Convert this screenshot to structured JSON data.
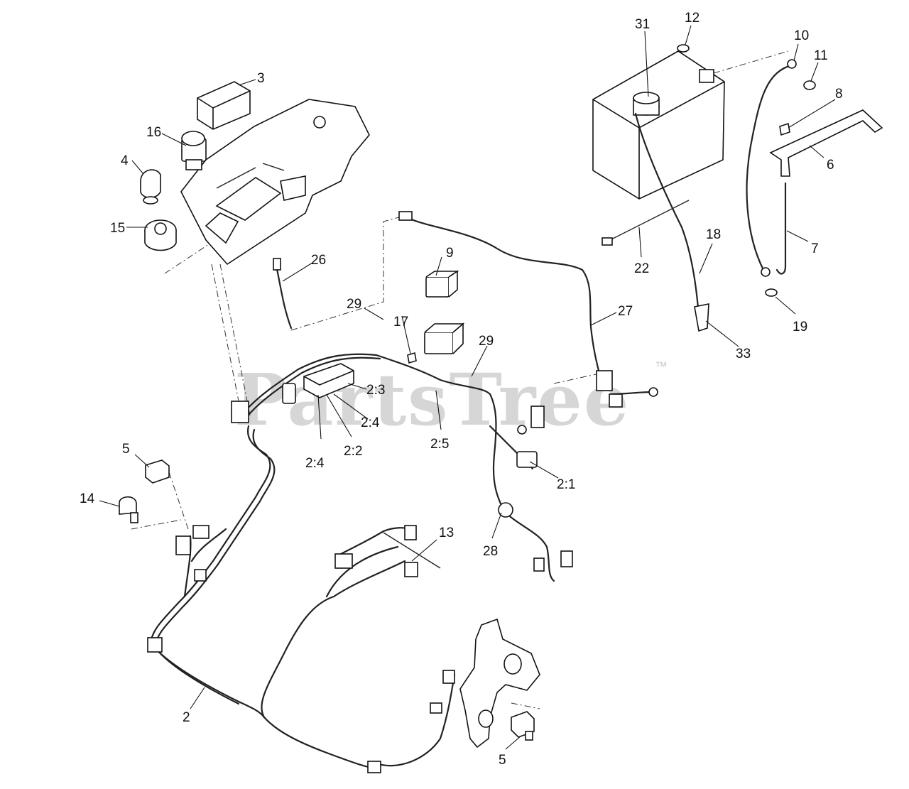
{
  "watermark": {
    "text": "PartsTree",
    "trademark": "™"
  },
  "callouts": {
    "c31": "31",
    "c12": "12",
    "c10": "10",
    "c11": "11",
    "c8": "8",
    "c6": "6",
    "c7": "7",
    "c18": "18",
    "c22": "22",
    "c19": "19",
    "c33": "33",
    "c3": "3",
    "c16": "16",
    "c4": "4",
    "c15": "15",
    "c26": "26",
    "c9": "9",
    "c29a": "29",
    "c17": "17",
    "c29b": "29",
    "c27": "27",
    "c2_3": "2:3",
    "c2_4a": "2:4",
    "c2_4b": "2:4",
    "c2_2": "2:2",
    "c2_5": "2:5",
    "c2_1": "2:1",
    "c28": "28",
    "c13": "13",
    "c5a": "5",
    "c14": "14",
    "c2": "2",
    "c5b": "5"
  }
}
